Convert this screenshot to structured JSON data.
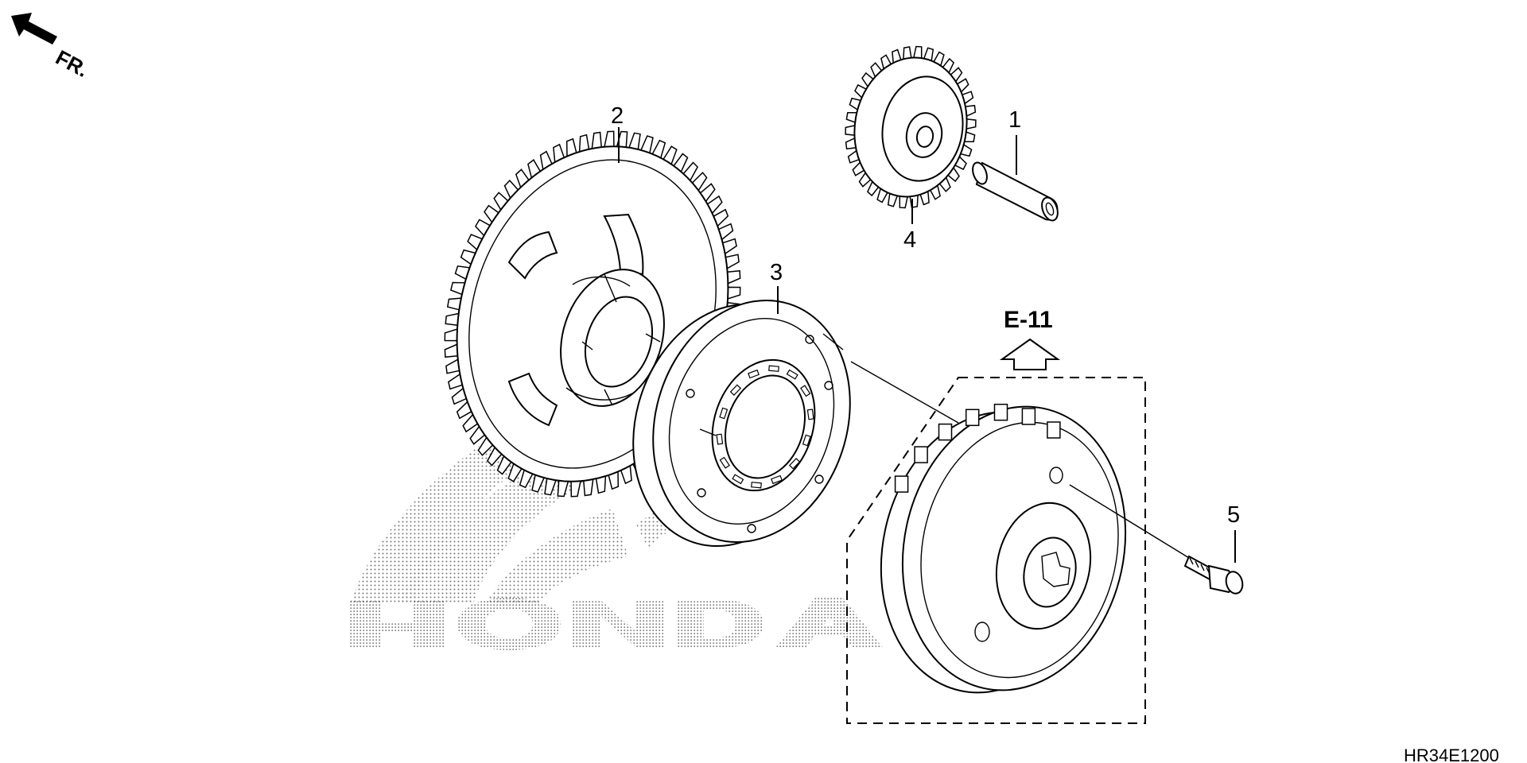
{
  "direction": {
    "label": "FR."
  },
  "callouts": {
    "p1": "1",
    "p2": "2",
    "p3": "3",
    "p4": "4",
    "p5": "5"
  },
  "reference": {
    "label": "E-11"
  },
  "diagram_code": "HR34E1200",
  "watermark": {
    "text": "HONDA"
  }
}
